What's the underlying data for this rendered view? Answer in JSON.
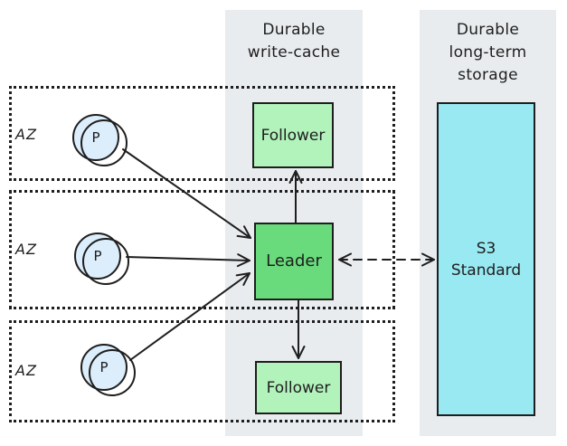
{
  "colors": {
    "page_bg": "#ffffff",
    "panel_bg": "#e9ecef",
    "stroke": "#1e1e1e",
    "leader_fill": "#69db7c",
    "follower_fill": "#b2f2bb",
    "s3_fill": "#99e9f2",
    "producer_fill": "#dcedfb"
  },
  "panels": {
    "write_cache": {
      "title": "Durable\nwrite-cache"
    },
    "long_term": {
      "title": "Durable\nlong-term\nstorage"
    }
  },
  "zones": [
    {
      "label": "AZ"
    },
    {
      "label": "AZ"
    },
    {
      "label": "AZ"
    }
  ],
  "producers": [
    {
      "label": "P"
    },
    {
      "label": "P"
    },
    {
      "label": "P"
    }
  ],
  "nodes": {
    "follower_top": {
      "label": "Follower"
    },
    "leader": {
      "label": "Leader"
    },
    "follower_bottom": {
      "label": "Follower"
    },
    "s3": {
      "label": "S3\nStandard"
    }
  }
}
